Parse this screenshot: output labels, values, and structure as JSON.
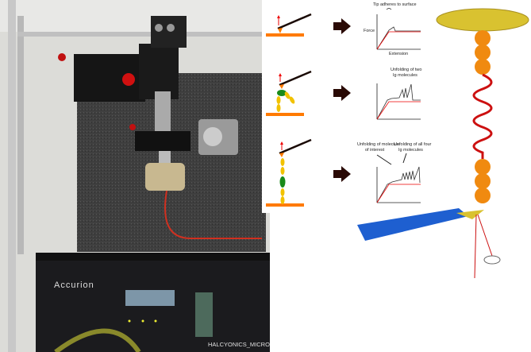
{
  "photo": {
    "brand_logo": "Accurion",
    "model_logo": "HALCYONICS_MICRO"
  },
  "diagram": {
    "panel1": {
      "caption": "Tip adheres to surface",
      "ylabel": "Force",
      "xlabel": "Extension"
    },
    "panel2": {
      "caption_line1": "Unfolding of two",
      "caption_line2": "Ig molecules"
    },
    "panel3": {
      "caption_a_line1": "Unfolding of molecule",
      "caption_a_line2": "of interest",
      "caption_b_line1": "Unfolding of all four",
      "caption_b_line2": "Ig molecules"
    },
    "colors": {
      "substrate": "#ff7a00",
      "ig_domain": "#f2c200",
      "target_domain": "#1a8a1a",
      "arrow": "#2a0a05",
      "retract": "#e00000",
      "cantilever": "#1e5fd0",
      "bead": "#f08a10",
      "plate": "#d9c230"
    }
  }
}
